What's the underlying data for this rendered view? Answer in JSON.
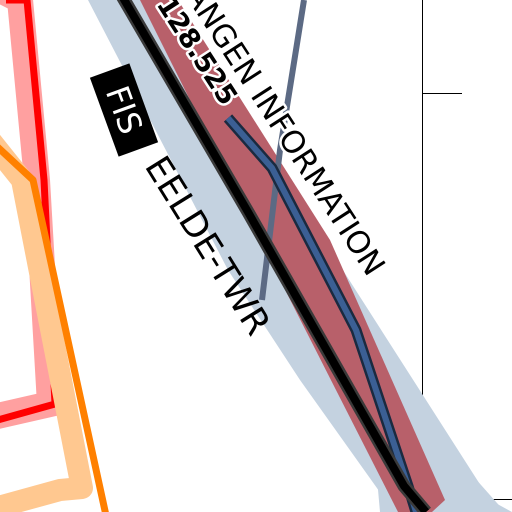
{
  "map": {
    "labels": {
      "fis_badge": "FIS",
      "eelde_twr": "EELDE-TWR",
      "groningen_information": "ANGEN INFORMATION",
      "frequency": "128.525"
    },
    "colors": {
      "background": "#ffffff",
      "airspace_red": "#ff0000",
      "airspace_red_tint": "#ffa0a0",
      "airspace_orange": "#ff8000",
      "airspace_orange_tint": "#ffc890",
      "boundary_band": "#c4d2e0",
      "boundary_red_band": "#b8606a",
      "boundary_black": "#000000",
      "route_blue": "#3b5f94",
      "route_navy": "#1a2a40",
      "route_grey": "#5c6a84",
      "grid_line": "#000000",
      "badge_bg": "#000000",
      "badge_text": "#ffffff"
    }
  }
}
